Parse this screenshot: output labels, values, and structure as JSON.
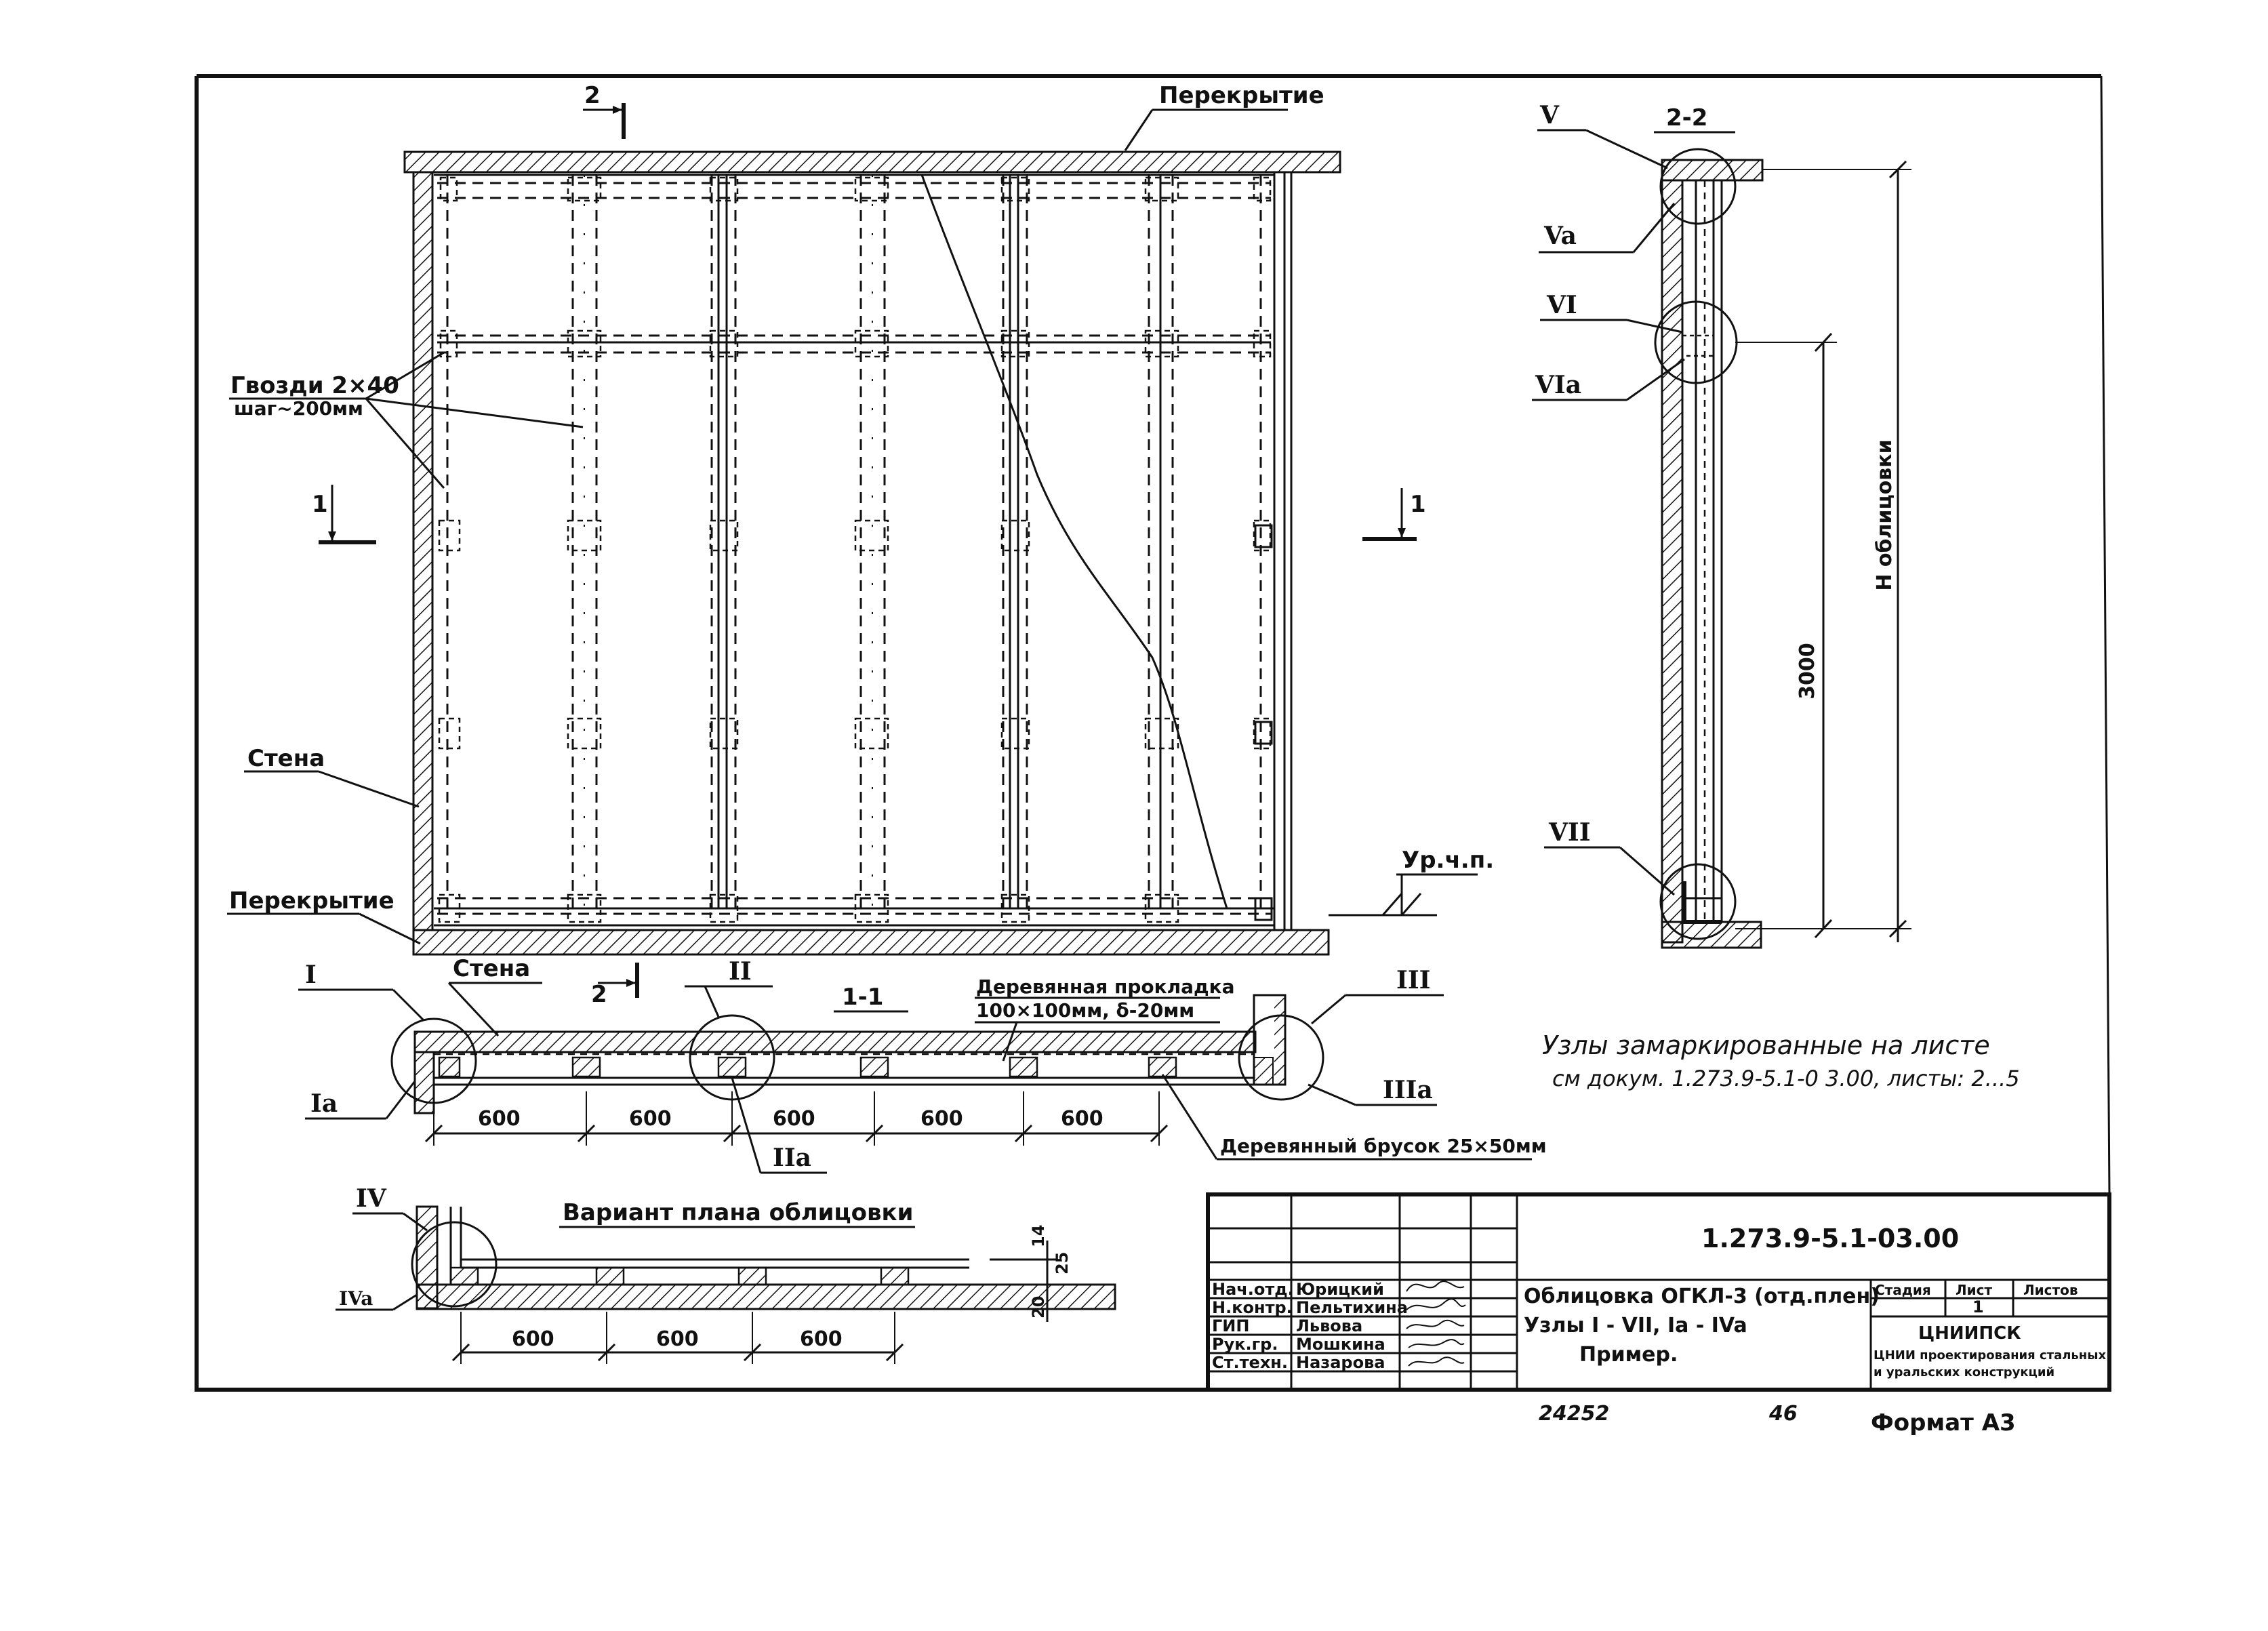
{
  "elevation": {
    "label_ceiling_top": "Перекрытие",
    "label_nails_line1": "Гвозди 2×40",
    "label_nails_line2": "шаг~200мм",
    "label_wall": "Стена",
    "label_ceiling_bottom": "Перекрытие",
    "label_floor_level": "Ур.ч.п.",
    "section_2_top": "2",
    "section_2_bottom": "2",
    "section_1_left": "1",
    "section_1_right": "1"
  },
  "section22": {
    "title": "2-2",
    "node_V": "V",
    "node_Va": "Va",
    "node_VI": "VI",
    "node_VIa": "VIa",
    "node_VII": "VII",
    "dim_3000": "3000",
    "dim_h": "H облицовки"
  },
  "plan11": {
    "title": "1-1",
    "label_wall": "Стена",
    "label_pad_line1": "Деревянная прокладка",
    "label_pad_line2": "100×100мм, δ-20мм",
    "label_bar": "Деревянный брусок 25×50мм",
    "node_I": "I",
    "node_Ia": "Ia",
    "node_II": "II",
    "node_IIa": "IIa",
    "node_III": "III",
    "node_IIIa": "IIIa",
    "dims": [
      "600",
      "600",
      "600",
      "600",
      "600"
    ]
  },
  "variant": {
    "title": "Вариант плана облицовки",
    "node_IV": "IV",
    "node_IVa": "IVa",
    "dims": [
      "600",
      "600",
      "600"
    ],
    "dim_14": "14",
    "dim_25": "25",
    "dim_20": "20"
  },
  "notes": {
    "line1": "Узлы замаркированные на листе",
    "line2": "см докум. 1.273.9-5.1-0 3.00, листы: 2...5"
  },
  "title_block": {
    "code": "1.273.9-5.1-03.00",
    "roles": [
      "Нач.отд.",
      "Н.контр.",
      "ГИП",
      "Рук.гр.",
      "Ст.техн."
    ],
    "names": [
      "Юрицкий",
      "Пельтихина",
      "Львова",
      "Мошкина",
      "Назарова"
    ],
    "desc_line1": "Облицовка ОГКЛ-3 (отд.плен)",
    "desc_line2": "Узлы I - VII, Ia - IVa",
    "desc_line3": "Пример.",
    "stage_header": "Стадия",
    "sheet_header": "Лист",
    "sheets_header": "Листов",
    "sheet_no": "1",
    "org_line1": "ЦНИИПСК",
    "org_line2": "ЦНИИ проектирования стальных",
    "org_line3": "и уральских конструкций",
    "bottom_num1": "24252",
    "bottom_num2": "46",
    "format": "Формат А3"
  }
}
